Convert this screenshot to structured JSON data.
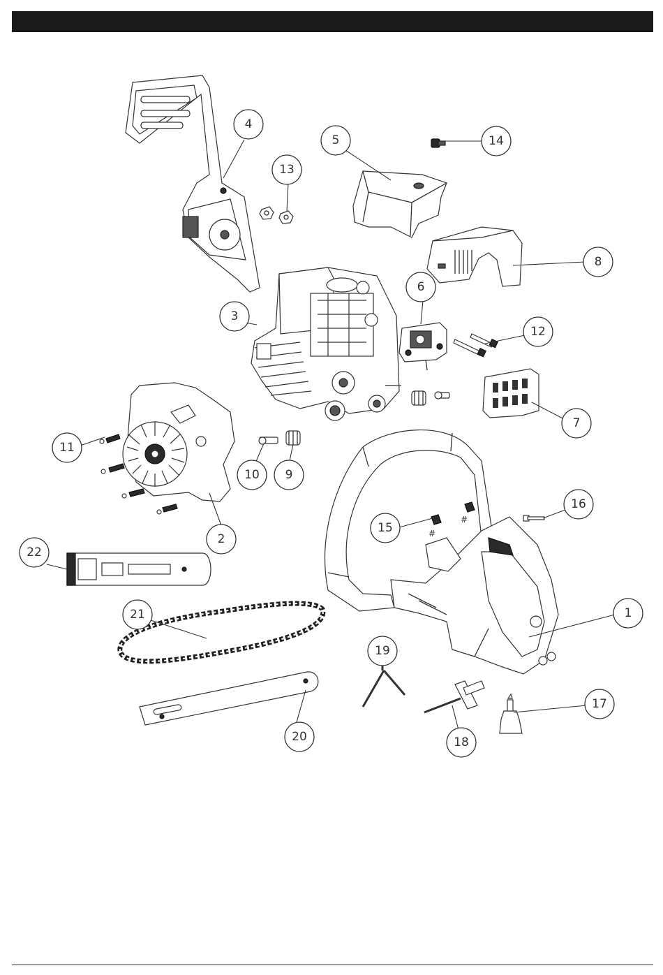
{
  "callouts": [
    {
      "id": "c1",
      "label": "1"
    },
    {
      "id": "c2",
      "label": "2"
    },
    {
      "id": "c3",
      "label": "3"
    },
    {
      "id": "c4",
      "label": "4"
    },
    {
      "id": "c5",
      "label": "5"
    },
    {
      "id": "c6",
      "label": "6"
    },
    {
      "id": "c7",
      "label": "7"
    },
    {
      "id": "c8",
      "label": "8"
    },
    {
      "id": "c9",
      "label": "9"
    },
    {
      "id": "c10",
      "label": "10"
    },
    {
      "id": "c11",
      "label": "11"
    },
    {
      "id": "c12",
      "label": "12"
    },
    {
      "id": "c13",
      "label": "13"
    },
    {
      "id": "c14",
      "label": "14"
    },
    {
      "id": "c15",
      "label": "15"
    },
    {
      "id": "c16",
      "label": "16"
    },
    {
      "id": "c17",
      "label": "17"
    },
    {
      "id": "c18",
      "label": "18"
    },
    {
      "id": "c19",
      "label": "19"
    },
    {
      "id": "c20",
      "label": "20"
    },
    {
      "id": "c21",
      "label": "21"
    },
    {
      "id": "c22",
      "label": "22"
    }
  ],
  "colors": {
    "header_bar": "#1a1a1a",
    "line": "#333333",
    "background": "#ffffff"
  }
}
